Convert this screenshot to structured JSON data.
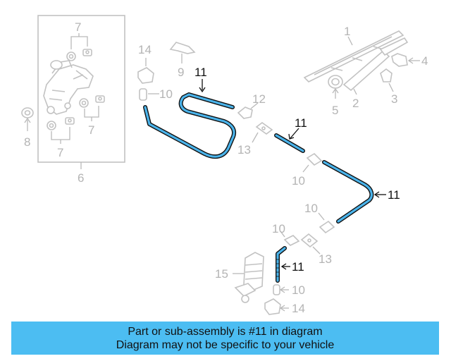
{
  "diagram": {
    "callouts": {
      "c1": "1",
      "c2": "2",
      "c3": "3",
      "c4": "4",
      "c5": "5",
      "c6": "6",
      "c7a": "7",
      "c7b": "7",
      "c7c": "7",
      "c8": "8",
      "c9": "9",
      "c10a": "10",
      "c10b": "10",
      "c10c": "10",
      "c10d": "10",
      "c10e": "10",
      "c11a": "11",
      "c11b": "11",
      "c11c": "11",
      "c11d": "11",
      "c12": "12",
      "c13a": "13",
      "c13b": "13",
      "c14a": "14",
      "c14b": "14",
      "c15": "15"
    },
    "highlight_color": "#4ab3ea"
  },
  "banner": {
    "line1": "Part or sub-assembly is #11 in diagram",
    "line2": "Diagram may not be specific to your vehicle",
    "color": "#4cbdf2"
  }
}
